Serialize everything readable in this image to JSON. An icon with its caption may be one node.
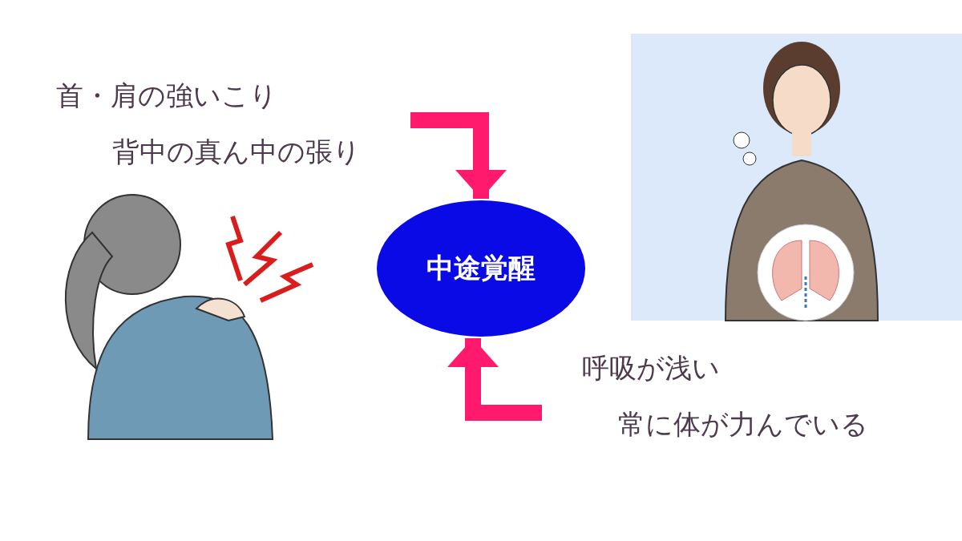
{
  "diagram": {
    "nodes": [
      {
        "text": [
          "首・肩の強いこり",
          "背中の真ん中の張り"
        ]
      },
      {
        "text": [
          "中途覚醒"
        ]
      },
      {
        "text": [
          "呼吸が浅い",
          "常に体が力んでいる"
        ]
      }
    ],
    "edges": [
      {
        "from": 0,
        "to": 1,
        "arrow": "to"
      },
      {
        "from": 2,
        "to": 1,
        "arrow": "to"
      }
    ]
  }
}
